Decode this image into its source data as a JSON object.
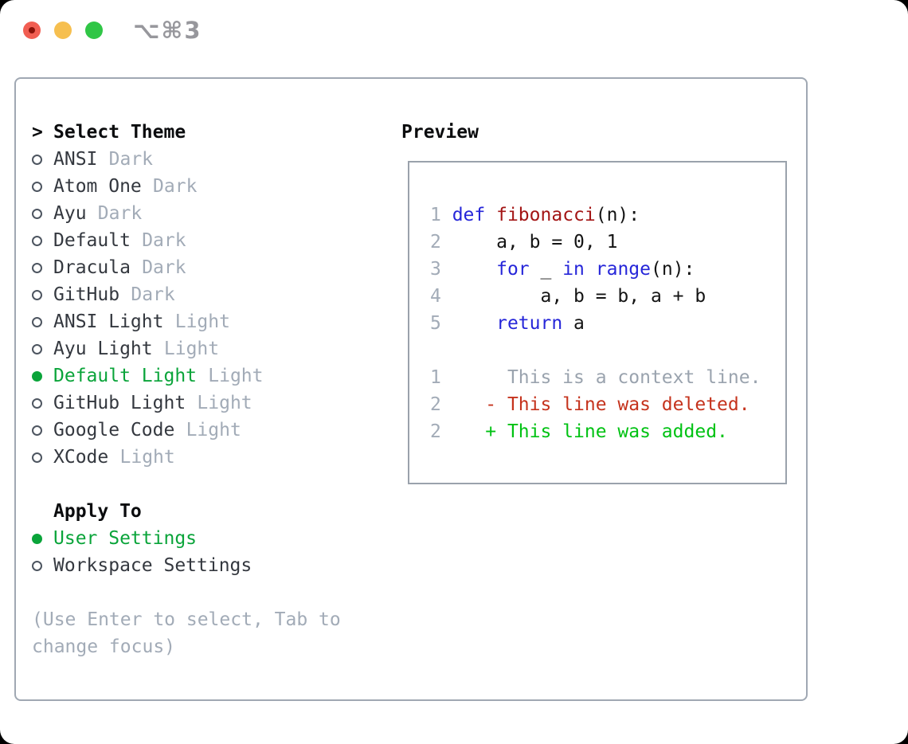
{
  "window": {
    "shortcut_label": "⌥⌘3",
    "traffic_lights": [
      "close-button",
      "minimize-button",
      "zoom-button"
    ]
  },
  "colors": {
    "selection_green": "#0aa43a",
    "diff_added_green": "#00c213",
    "diff_deleted_red": "#c5331d",
    "keyword_blue": "#2626d9",
    "function_red": "#a31515",
    "muted_gray": "#a2abb7",
    "panel_border": "#a0a8b3"
  },
  "theme_selector": {
    "prompt": ">",
    "title": "Select Theme",
    "items": [
      {
        "name": "ANSI",
        "variant": "Dark",
        "selected": false
      },
      {
        "name": "Atom One",
        "variant": "Dark",
        "selected": false
      },
      {
        "name": "Ayu",
        "variant": "Dark",
        "selected": false
      },
      {
        "name": "Default",
        "variant": "Dark",
        "selected": false
      },
      {
        "name": "Dracula",
        "variant": "Dark",
        "selected": false
      },
      {
        "name": "GitHub",
        "variant": "Dark",
        "selected": false
      },
      {
        "name": "ANSI Light",
        "variant": "Light",
        "selected": false
      },
      {
        "name": "Ayu Light",
        "variant": "Light",
        "selected": false
      },
      {
        "name": "Default Light",
        "variant": "Light",
        "selected": true
      },
      {
        "name": "GitHub Light",
        "variant": "Light",
        "selected": false
      },
      {
        "name": "Google Code",
        "variant": "Light",
        "selected": false
      },
      {
        "name": "XCode",
        "variant": "Light",
        "selected": false
      }
    ],
    "apply_to": {
      "title": "Apply To",
      "options": [
        {
          "label": "User Settings",
          "selected": true
        },
        {
          "label": "Workspace Settings",
          "selected": false
        }
      ]
    },
    "hint_line1": "(Use Enter to select, Tab to",
    "hint_line2": "change focus)"
  },
  "preview": {
    "title": "Preview",
    "code_lines": [
      {
        "gutter": "1",
        "segments": [
          {
            "t": "def",
            "s": "kw"
          },
          {
            "t": " ",
            "s": "pl"
          },
          {
            "t": "fibonacci",
            "s": "fn"
          },
          {
            "t": "(n):",
            "s": "pl"
          }
        ]
      },
      {
        "gutter": "2",
        "segments": [
          {
            "t": "    a, b = 0, 1",
            "s": "pl"
          }
        ]
      },
      {
        "gutter": "3",
        "segments": [
          {
            "t": "    ",
            "s": "pl"
          },
          {
            "t": "for",
            "s": "kw"
          },
          {
            "t": " _ ",
            "s": "pl"
          },
          {
            "t": "in",
            "s": "kw"
          },
          {
            "t": " ",
            "s": "pl"
          },
          {
            "t": "range",
            "s": "kw"
          },
          {
            "t": "(n):",
            "s": "pl"
          }
        ]
      },
      {
        "gutter": "4",
        "segments": [
          {
            "t": "        a, b = b, a + b",
            "s": "pl"
          }
        ]
      },
      {
        "gutter": "5",
        "segments": [
          {
            "t": "    ",
            "s": "pl"
          },
          {
            "t": "return",
            "s": "kw"
          },
          {
            "t": " a",
            "s": "pl"
          }
        ]
      },
      {
        "gutter": "",
        "segments": []
      },
      {
        "gutter": "1",
        "segments": [
          {
            "t": "     This is a context line.",
            "s": "ctx"
          }
        ]
      },
      {
        "gutter": "2",
        "segments": [
          {
            "t": "   - This line was deleted.",
            "s": "del"
          }
        ]
      },
      {
        "gutter": "2",
        "segments": [
          {
            "t": "   + This line was added.",
            "s": "add"
          }
        ]
      }
    ]
  }
}
